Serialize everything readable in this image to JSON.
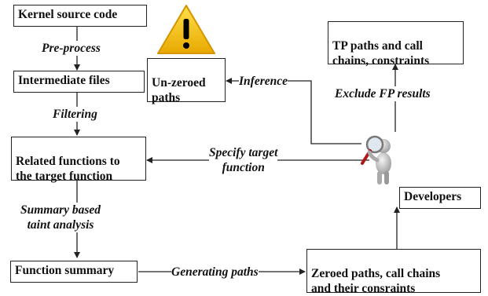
{
  "nodes": {
    "kernel_source": "Kernel source code",
    "intermediate": "Intermediate files",
    "related_functions": "Related functions to\nthe target function",
    "function_summary": "Function summary",
    "unzeroed_paths": "Un-zeroed\npaths",
    "tp_paths": "TP paths and call\nchains, constraints",
    "developers": "Developers",
    "zeroed_paths": "Zeroed paths, call chains\nand their consraints"
  },
  "edges": {
    "pre_process": "Pre-process",
    "filtering": "Filtering",
    "summary_taint": "Summary based\ntaint analysis",
    "generating_paths": "Generating paths",
    "specify_target": "Specify target\nfunction",
    "inference": "Inference",
    "exclude_fp": "Exclude FP results"
  },
  "icons": {
    "warning": "warning-triangle-icon",
    "developer": "developer-magnifier-icon"
  },
  "colors": {
    "warning_fill": "#f2c200",
    "warning_mark": "#000000",
    "box_border": "#222222"
  }
}
